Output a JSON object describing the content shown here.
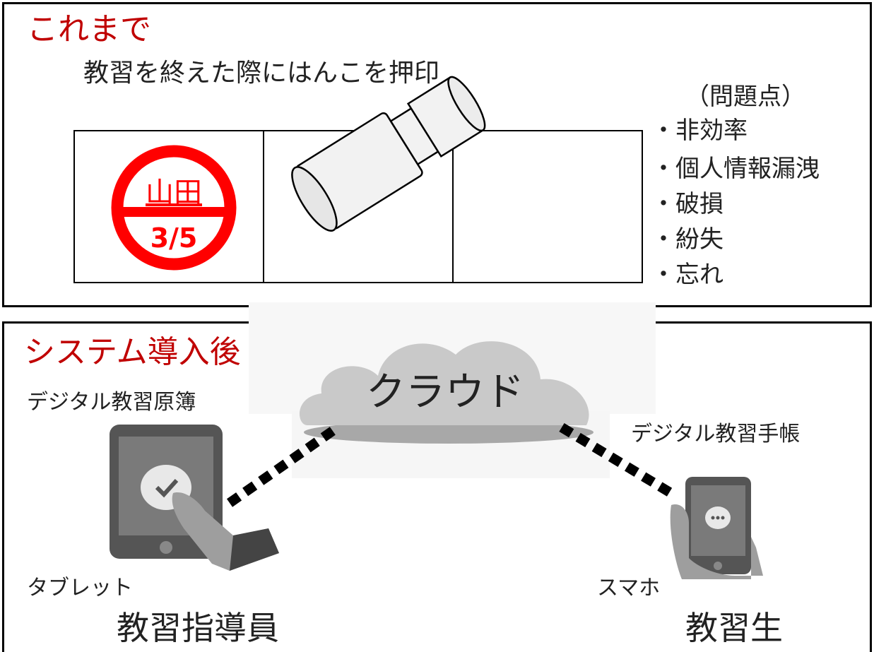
{
  "before": {
    "heading": "これまで",
    "caption": "教習を終えた際にはんこを押印",
    "seal": {
      "name": "山田",
      "date": "3/5",
      "color": "#ff0000"
    },
    "problems_title": "（問題点）",
    "problems": [
      "非効率",
      "個人情報漏洩",
      "破損",
      "紛失",
      "忘れ"
    ]
  },
  "after": {
    "heading": "システム導入後",
    "cloud_label": "クラウド",
    "left_device_caption": "デジタル教習原簿",
    "left_device_type": "タブレット",
    "left_role": "教習指導員",
    "right_device_caption": "デジタル教習手帳",
    "right_device_type": "スマホ",
    "right_role": "教習生"
  },
  "colors": {
    "heading": "#c00000",
    "seal": "#ff0000"
  }
}
